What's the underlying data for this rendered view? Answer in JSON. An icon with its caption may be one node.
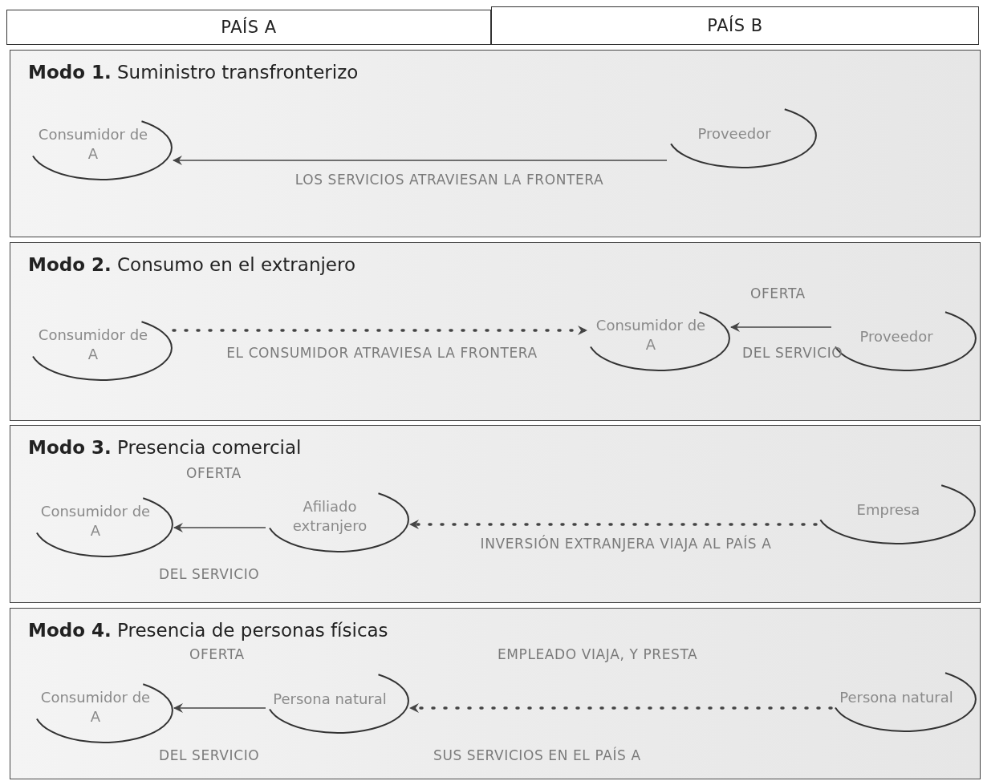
{
  "diagram": {
    "nodes": [
      {
        "text": [
          "PAÍS A"
        ]
      },
      {
        "text": [
          "PAÍS B"
        ]
      },
      {
        "text": [
          "**Modo 1.** Suministro transfronterizo"
        ]
      },
      {
        "text": [
          "Consumidor de A"
        ],
        "in": 2
      },
      {
        "text": [
          "Proveedor"
        ],
        "in": 2
      },
      {
        "text": [
          "**Modo 2.** Consumo en el extranjero"
        ]
      },
      {
        "text": [
          "Consumidor de A"
        ],
        "in": 5
      },
      {
        "text": [
          "Consumidor de A"
        ],
        "in": 5
      },
      {
        "text": [
          "Proveedor"
        ],
        "in": 5
      },
      {
        "text": [
          "**Modo 3.** Presencia comercial"
        ]
      },
      {
        "text": [
          "Consumidor de A"
        ],
        "in": 9
      },
      {
        "text": [
          "Afiliado extranjero"
        ],
        "in": 9
      },
      {
        "text": [
          "Empresa"
        ],
        "in": 9
      },
      {
        "text": [
          "**Modo 4.** Presencia de personas físicas"
        ]
      },
      {
        "text": [
          "Consumidor de A"
        ],
        "in": 13
      },
      {
        "text": [
          "Persona natural"
        ],
        "in": 13
      },
      {
        "text": [
          "Persona natural"
        ],
        "in": 13
      }
    ],
    "edges": [
      {
        "from": 4,
        "to": 3,
        "arrow": "to",
        "label": "LOS SERVICIOS ATRAVIESAN LA FRONTERA"
      },
      {
        "from": 6,
        "to": 7,
        "arrow": "to",
        "style": "dashed",
        "label": "EL CONSUMIDOR ATRAVIESA LA FRONTERA"
      },
      {
        "from": 8,
        "to": 7,
        "arrow": "to"
      },
      {
        "from": 11,
        "to": 10,
        "arrow": "to"
      },
      {
        "from": 12,
        "to": 11,
        "arrow": "to",
        "style": "dashed",
        "label": "INVERSIÓN EXTRANJERA VIAJA AL PAÍS A"
      },
      {
        "from": 15,
        "to": 14,
        "arrow": "to"
      },
      {
        "from": 16,
        "to": 15,
        "arrow": "to",
        "style": "dashed"
      }
    ],
    "labels": [
      "OFERTA",
      "DEL SERVICIO",
      "OFERTA",
      "DEL SERVICIO",
      "OFERTA",
      "EMPLEADO VIAJA, Y PRESTA",
      "DEL SERVICIO",
      "SUS SERVICIOS EN EL PAÍS A"
    ]
  }
}
